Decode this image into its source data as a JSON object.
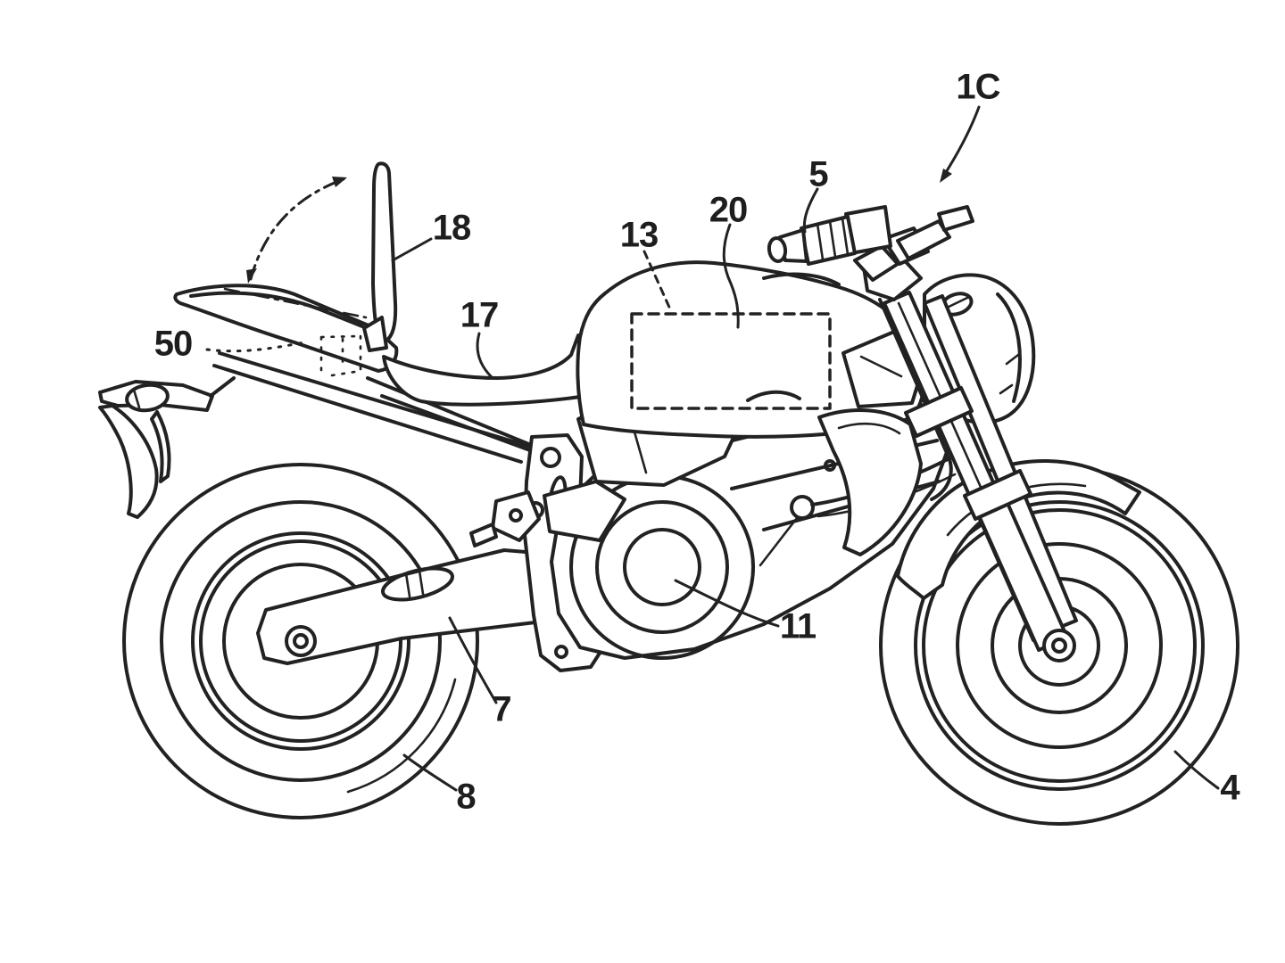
{
  "figure": {
    "description": "Patent-style line drawing of a motorcycle (side view) with a pivoting rear wind deflector",
    "background_color": "#ffffff",
    "ink_color": "#222222"
  },
  "labels": {
    "1C": "1C",
    "5": "5",
    "20": "20",
    "13": "13",
    "18": "18",
    "17": "17",
    "50": "50",
    "11": "11",
    "7": "7",
    "8": "8",
    "4": "4"
  }
}
